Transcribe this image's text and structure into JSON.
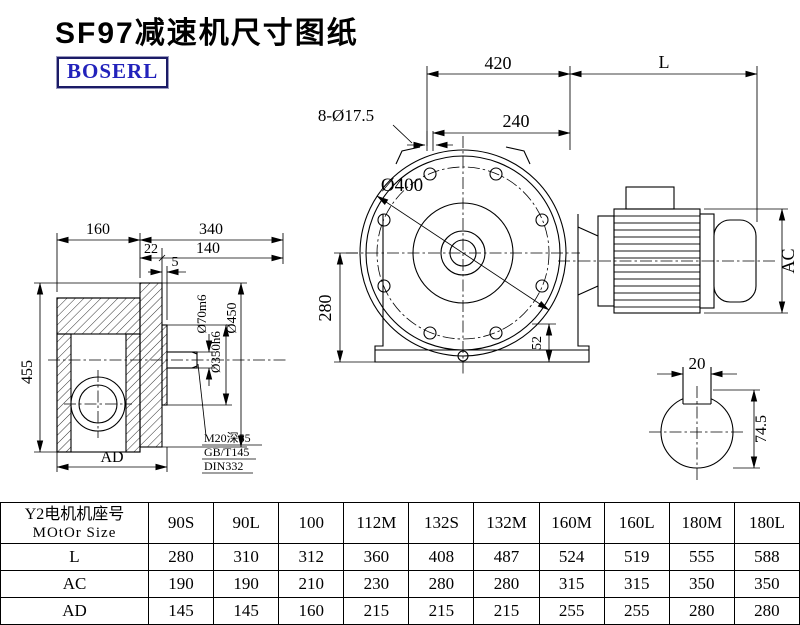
{
  "title": "SF97减速机尺寸图纸",
  "logo": "BOSERL",
  "drawing": {
    "labels": {
      "d420": "420",
      "L": "L",
      "holes": "8-Ø17.5",
      "d240": "240",
      "d400": "Ø400",
      "d280": "280",
      "d52": "52",
      "AC": "AC",
      "d20": "20",
      "d745": "74.5",
      "d160": "160",
      "d340": "340",
      "d22": "22",
      "d140": "140",
      "d5": "5",
      "d70": "Ø70m6",
      "d350": "Ø350h6",
      "d450": "Ø450",
      "d455": "455",
      "AD": "AD",
      "note1": "M20深55",
      "note2": "GB/T145",
      "note3": "DIN332"
    }
  },
  "table": {
    "header_cn": "Y2电机机座号",
    "header_en": "MOtOr Size",
    "columns": [
      "90S",
      "90L",
      "100",
      "112M",
      "132S",
      "132M",
      "160M",
      "160L",
      "180M",
      "180L"
    ],
    "rows": [
      {
        "label": "L",
        "values": [
          "280",
          "310",
          "312",
          "360",
          "408",
          "487",
          "524",
          "519",
          "555",
          "588"
        ]
      },
      {
        "label": "AC",
        "values": [
          "190",
          "190",
          "210",
          "230",
          "280",
          "280",
          "315",
          "315",
          "350",
          "350"
        ]
      },
      {
        "label": "AD",
        "values": [
          "145",
          "145",
          "160",
          "215",
          "215",
          "215",
          "255",
          "255",
          "280",
          "280"
        ]
      }
    ]
  }
}
